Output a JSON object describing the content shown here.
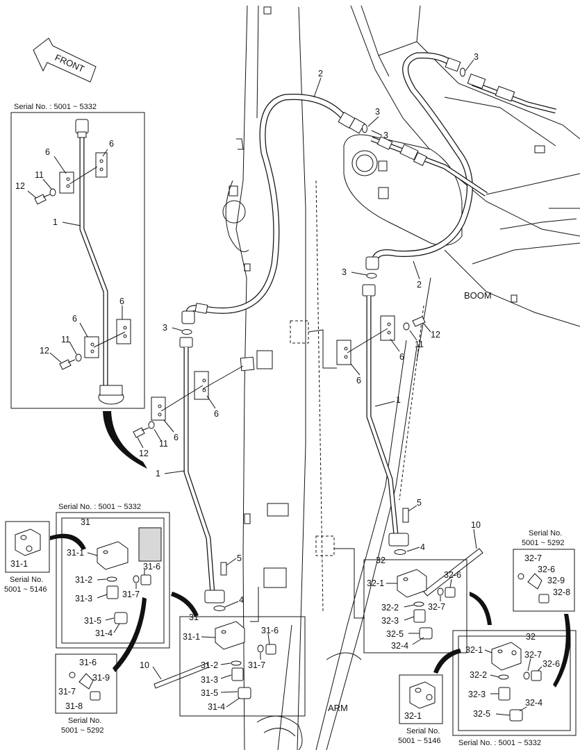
{
  "title_arrow": "FRONT",
  "zones": {
    "boom": "BOOM",
    "arm": "ARM"
  },
  "serial_boxes": {
    "top_left": "Serial No. : 5001 ~ 5332",
    "left_31": "Serial No. : 5001 ~ 5332",
    "block_31_1": [
      "Serial No.",
      "5001 ~ 5146"
    ],
    "detail_31_6": [
      "Serial No.",
      "5001 ~ 5292"
    ],
    "detail_32_7": [
      "Serial No.",
      "5001 ~ 5292"
    ],
    "block_32_1": [
      "Serial No.",
      "5001 ~ 5146"
    ],
    "bottom_32": "Serial No. : 5001 ~ 5332"
  },
  "callouts": {
    "tl_6a": "6",
    "tl_6b": "6",
    "tl_11a": "11",
    "tl_12a": "12",
    "tl_1": "1",
    "tl_6c": "6",
    "tl_6d": "6",
    "tl_11b": "11",
    "tl_12b": "12",
    "h2_top": "2",
    "h3_top": "3",
    "h3_mid": "3",
    "h2_right": "2",
    "h3_right": "3",
    "h3_left": "3",
    "b6_left": "6",
    "b6_left2": "6",
    "b11_left": "11",
    "b12_left": "12",
    "p1_left": "1",
    "b6_right": "6",
    "b6_right2": "6",
    "b11_right": "11",
    "b12_right": "12",
    "p1_right": "1",
    "b5_left": "5",
    "b4_left": "4",
    "b10_left": "10",
    "b5_right": "5",
    "b4_right": "4",
    "b10_right": "10",
    "g31_main": "31",
    "g31_left": "31",
    "g32_main": "32",
    "g32_right": "32",
    "p31_1a": "31-1",
    "p31_2a": "31-2",
    "p31_3a": "31-3",
    "p31_5a": "31-5",
    "p31_4a": "31-4",
    "p31_6a": "31-6",
    "p31_7a": "31-7",
    "p31_1b": "31-1",
    "p31_2b": "31-2",
    "p31_3b": "31-3",
    "p31_5b": "31-5",
    "p31_4b": "31-4",
    "p31_6b": "31-6",
    "p31_7b": "31-7",
    "p31_1c": "31-1",
    "p31_6c": "31-6",
    "p31_7c": "31-7",
    "p31_9c": "31-9",
    "p31_8c": "31-8",
    "p32_1a": "32-1",
    "p32_2a": "32-2",
    "p32_3a": "32-3",
    "p32_5a": "32-5",
    "p32_4a": "32-4",
    "p32_6a": "32-6",
    "p32_7a": "32-7",
    "p32_7b": "32-7",
    "p32_6b": "32-6",
    "p32_9b": "32-9",
    "p32_8b": "32-8",
    "p32_1c": "32-1",
    "p32_7c": "32-7",
    "p32_2c": "32-2",
    "p32_6c": "32-6",
    "p32_3c": "32-3",
    "p32_5c": "32-5",
    "p32_4c": "32-4",
    "p32_1d": "32-1",
    "h3_topright": "3"
  }
}
